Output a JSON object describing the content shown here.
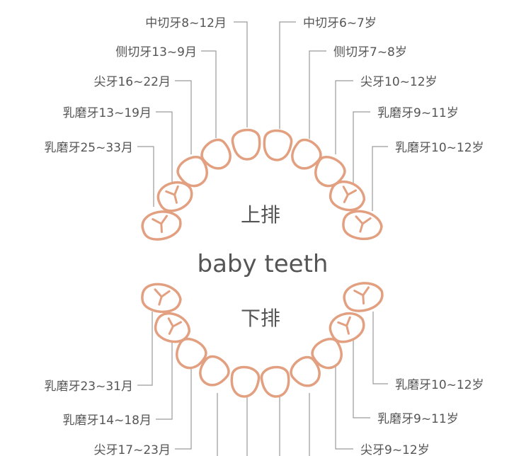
{
  "center": {
    "upper_label": "上排",
    "title": "baby teeth",
    "lower_label": "下排"
  },
  "upper_left": [
    "中切牙8~12月",
    "侧切牙13~9月",
    "尖牙16~22月",
    "乳磨牙13~19月",
    "乳磨牙25~33月"
  ],
  "upper_right": [
    "中切牙6~7岁",
    "侧切牙7~8岁",
    "尖牙10~12岁",
    "乳磨牙9~11岁",
    "乳磨牙10~12岁"
  ],
  "lower_left": [
    "乳磨牙23~31月",
    "乳磨牙14~18月",
    "尖牙17~23月"
  ],
  "lower_right": [
    "乳磨牙10~12岁",
    "乳磨牙9~11岁",
    "尖牙9~12岁"
  ],
  "colors": {
    "tooth_outline": "#e2a081",
    "leader_line": "#9a9a9a",
    "text": "#555555"
  }
}
